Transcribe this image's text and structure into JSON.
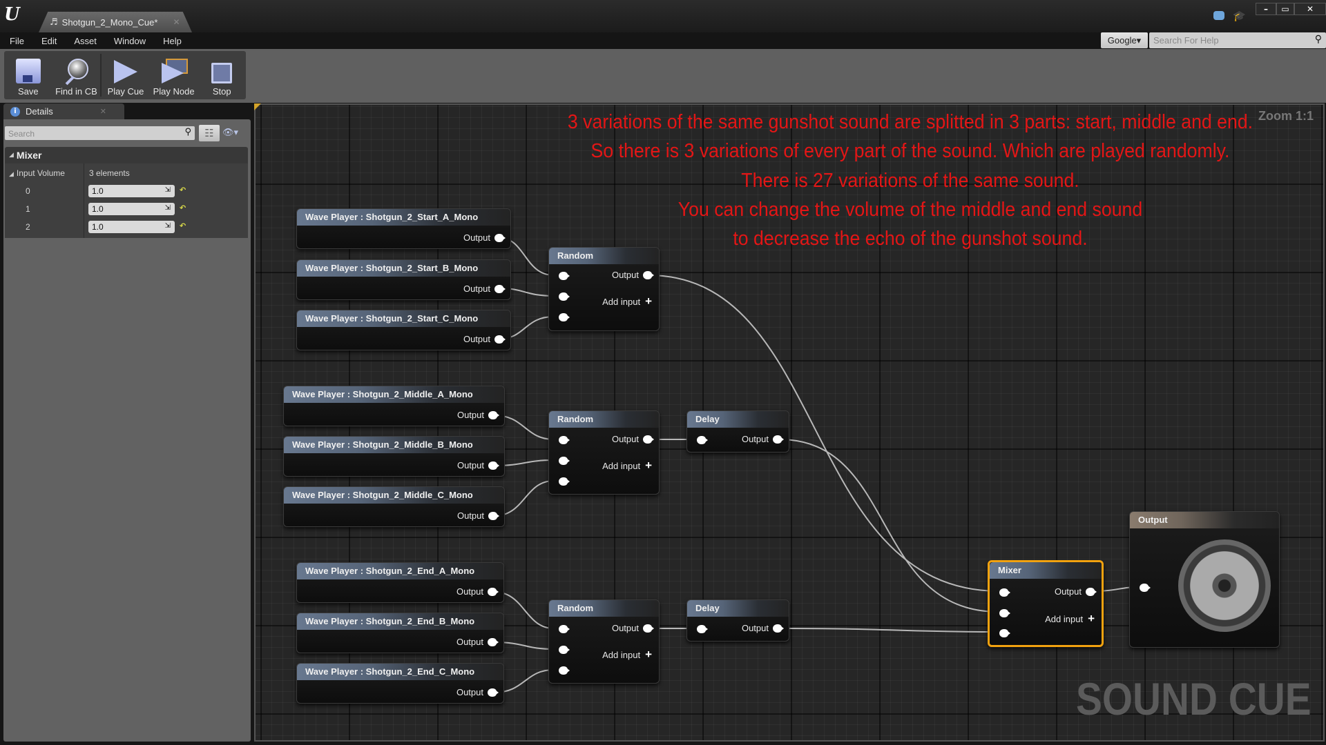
{
  "window": {
    "tab_title": "Shotgun_2_Mono_Cue*",
    "tab_icon": "sound-cue-icon",
    "controls": {
      "minimize": "–",
      "maximize": "▭",
      "close": "✕"
    }
  },
  "menu": {
    "items": [
      "File",
      "Edit",
      "Asset",
      "Window",
      "Help"
    ]
  },
  "help_search": {
    "provider": "Google▾",
    "placeholder": "Search For Help"
  },
  "toolbar": {
    "buttons": [
      {
        "label": "Save",
        "icon": "save-icon"
      },
      {
        "label": "Find in CB",
        "icon": "find-in-content-browser-icon"
      },
      {
        "label": "Play Cue",
        "icon": "play-icon"
      },
      {
        "label": "Play Node",
        "icon": "play-node-icon"
      },
      {
        "label": "Stop",
        "icon": "stop-icon"
      }
    ]
  },
  "details": {
    "tab_label": "Details",
    "search_placeholder": "Search",
    "category": "Mixer",
    "property": {
      "name": "Input Volume",
      "summary": "3 elements"
    },
    "elements": [
      {
        "index": "0",
        "value": "1.0"
      },
      {
        "index": "1",
        "value": "1.0"
      },
      {
        "index": "2",
        "value": "1.0"
      }
    ]
  },
  "graph": {
    "zoom_label": "Zoom 1:1",
    "watermark": "SOUND CUE",
    "comment_color": "#e31616",
    "comment_lines": [
      "3 variations of the same gunshot sound are splitted in 3 parts: start, middle and end.",
      "So there is 3 variations of every part of the sound. Which are played randomly.",
      "There is 27 variations of the same sound.",
      "You can change the volume of the middle and end sound",
      "to decrease the echo of the gunshot sound."
    ],
    "pin_output_label": "Output",
    "add_input_label": "Add input",
    "wave_players": [
      {
        "title": "Wave Player : Shotgun_2_Start_A_Mono"
      },
      {
        "title": "Wave Player : Shotgun_2_Start_B_Mono"
      },
      {
        "title": "Wave Player : Shotgun_2_Start_C_Mono"
      },
      {
        "title": "Wave Player : Shotgun_2_Middle_A_Mono"
      },
      {
        "title": "Wave Player : Shotgun_2_Middle_B_Mono"
      },
      {
        "title": "Wave Player : Shotgun_2_Middle_C_Mono"
      },
      {
        "title": "Wave Player : Shotgun_2_End_A_Mono"
      },
      {
        "title": "Wave Player : Shotgun_2_End_B_Mono"
      },
      {
        "title": "Wave Player : Shotgun_2_End_C_Mono"
      }
    ],
    "random_nodes": [
      {
        "title": "Random"
      },
      {
        "title": "Random"
      },
      {
        "title": "Random"
      }
    ],
    "delay_nodes": [
      {
        "title": "Delay"
      },
      {
        "title": "Delay"
      }
    ],
    "mixer_node": {
      "title": "Mixer",
      "selected": true,
      "highlight_color": "#f2a20f"
    },
    "output_node": {
      "title": "Output",
      "icon": "speaker-icon"
    }
  }
}
